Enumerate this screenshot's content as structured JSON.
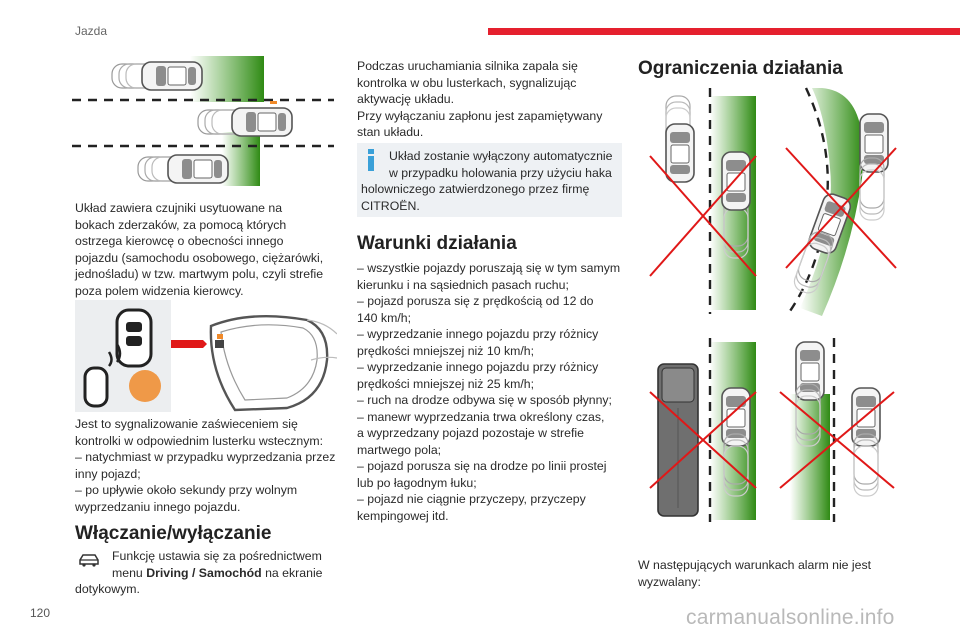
{
  "header": {
    "section": "Jazda",
    "accent_color": "#e5202e"
  },
  "footer": {
    "page_number": "120",
    "watermark": "carmanualsonline.info"
  },
  "col1": {
    "intro": [
      "Układ zawiera czujniki usytuowane na",
      "bokach zderzaków, za pomocą których",
      "ostrzega kierowcę o obecności innego",
      "pojazdu (samochodu osobowego, ciężarówki,",
      "jednośladu) w tzw. martwym polu, czyli strefie",
      "poza polem widzenia kierowcy."
    ],
    "signal": [
      "Jest to sygnalizowanie zaświeceniem się",
      "kontrolki w odpowiednim lusterku wstecznym:",
      "– natychmiast w przypadku wyprzedzania przez",
      "inny pojazd;",
      "– po upływie około sekundy przy wolnym",
      "wyprzedzaniu innego pojazdu."
    ],
    "heading_onoff": "Włączanie/wyłączanie",
    "onoff_line1": "Funkcję ustawia się za pośrednictwem",
    "onoff_line2_pre": "menu ",
    "onoff_line2_bold": "Driving / Samochód",
    "onoff_line2_post": " na ekranie",
    "onoff_line3": "dotykowym."
  },
  "col2": {
    "startup": [
      "Podczas uruchamiania silnika zapala się",
      "kontrolka w obu lusterkach, sygnalizując",
      "aktywację układu.",
      "Przy wyłączaniu zapłonu jest zapamiętywany",
      "stan układu."
    ],
    "note": [
      "Układ zostanie wyłączony automatycznie",
      "w przypadku holowania przy użyciu haka",
      "holowniczego zatwierdzonego przez firmę",
      "CITROËN."
    ],
    "heading_conditions": "Warunki działania",
    "conditions": [
      "– wszystkie pojazdy poruszają się w tym samym",
      "kierunku i na sąsiednich pasach ruchu;",
      "– pojazd porusza się z prędkością od 12 do",
      "140 km/h;",
      "– wyprzedzanie innego pojazdu przy różnicy",
      "prędkości mniejszej niż 10 km/h;",
      "– wyprzedzanie innego pojazdu przy różnicy",
      "prędkości mniejszej niż 25 km/h;",
      "– ruch na drodze odbywa się w sposób płynny;",
      "– manewr wyprzedzania trwa określony czas,",
      "a wyprzedzany pojazd pozostaje w strefie",
      "martwego pola;",
      "– pojazd porusza się na drodze po linii prostej",
      "lub po łagodnym łuku;",
      "– pojazd nie ciągnie przyczepy, przyczepy",
      "kempingowej itd."
    ]
  },
  "col3": {
    "heading_limits": "Ograniczenia działania",
    "bottom": [
      "W następujących warunkach alarm nie jest",
      "wyzwalany:"
    ]
  },
  "icons": {
    "menu": "car-menu-icon",
    "info": "info-icon",
    "mirror": "mirror-indicator-icon"
  },
  "colors": {
    "zone_green": "#3a9a1c",
    "warning_orange": "#f08a2a",
    "cross_red": "#e01818"
  }
}
